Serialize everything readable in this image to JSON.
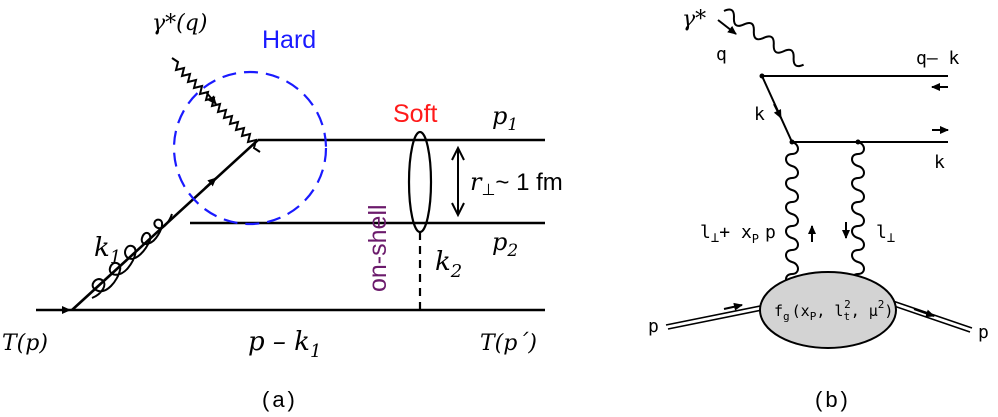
{
  "panel_a": {
    "caption": "(a)",
    "photon_label": "γ*(q)",
    "hard_label": "Hard",
    "soft_label": "Soft",
    "p1_label": "p",
    "p1_sub": "1",
    "p2_label": "p",
    "p2_sub": "2",
    "r_label": "r",
    "r_sub": "⊥",
    "r_text": "~ 1 fm",
    "onshell_label": "on-shell",
    "k1_label": "k",
    "k1_sub": "1",
    "k2_label": "k",
    "k2_sub": "2",
    "tp_label": "T(p)",
    "pk1_label": "p – k",
    "pk1_sub": "1",
    "tpp_label": "T(p´)",
    "colors": {
      "hard": "#1a1aff",
      "soft": "#ff1a1a",
      "onshell": "#6b1a6b"
    }
  },
  "panel_b": {
    "caption": "(b)",
    "photon_label": "γ*",
    "q_label": "q",
    "qk_label": "q– k",
    "k_label": "k",
    "k2_label": "k",
    "l_left_label": "l",
    "l_left_sub": "⊥",
    "l_left_rest": "+ x",
    "l_left_sub2": "P",
    "l_left_end": "p",
    "l_right_label": "l",
    "l_right_sub": "⊥",
    "p_in_label": "p",
    "p_out_label": "p",
    "blob_f": "f",
    "blob_g": "g",
    "blob_args": "(x",
    "blob_xp": "P",
    "blob_mid": ", l",
    "blob_t": "t",
    "blob_2a": "2",
    "blob_mu": ", μ",
    "blob_2b": "2",
    "blob_close": ")"
  }
}
